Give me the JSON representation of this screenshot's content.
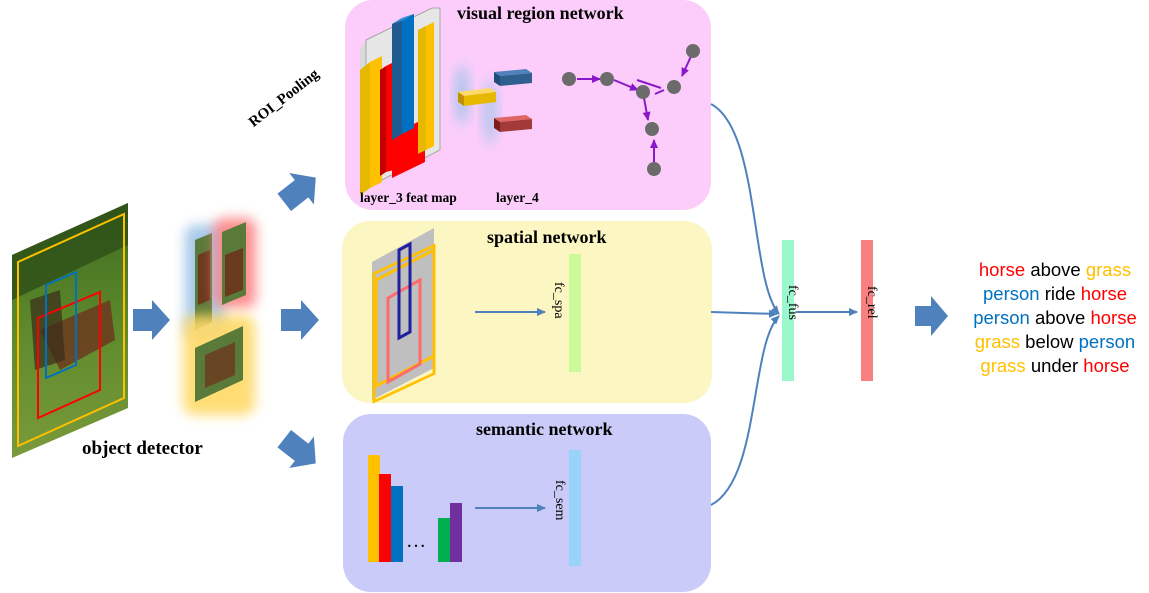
{
  "labels": {
    "object_detector": "object detector",
    "roi_pooling": "ROI_Pooling",
    "visual_title": "visual region network",
    "spatial_title": "spatial network",
    "semantic_title": "semantic network",
    "layer3": "layer_3 feat map",
    "layer4": "layer_4",
    "fc_spa": "fc_spa",
    "fc_sem": "fc_sem",
    "fc_fus": "fc_fus",
    "fc_rel": "fc_rel",
    "ellipsis": "…"
  },
  "triplets": [
    {
      "s": "horse",
      "s_color": "#ff0000",
      "p": "above",
      "o": "grass",
      "o_color": "#ffc000"
    },
    {
      "s": "person",
      "s_color": "#0070c0",
      "p": "ride",
      "o": "horse",
      "o_color": "#ff0000"
    },
    {
      "s": "person",
      "s_color": "#0070c0",
      "p": "above",
      "o": "horse",
      "o_color": "#ff0000"
    },
    {
      "s": "grass",
      "s_color": "#ffc000",
      "p": "below",
      "o": "person",
      "o_color": "#0070c0"
    },
    {
      "s": "grass",
      "s_color": "#ffc000",
      "p": "under",
      "o": "horse",
      "o_color": "#ff0000"
    }
  ],
  "colors": {
    "visual_bg": "#fccdfb",
    "spatial_bg": "#fbf6c2",
    "semantic_bg": "#cbcbf9",
    "arrow": "#4f81bd",
    "fc_spa": "#ccf99a",
    "fc_sem": "#99d3f9",
    "fc_fus": "#99f9cc",
    "fc_rel": "#f98080",
    "graph_node": "#6b6b6b",
    "graph_edge": "#8a18c8"
  }
}
